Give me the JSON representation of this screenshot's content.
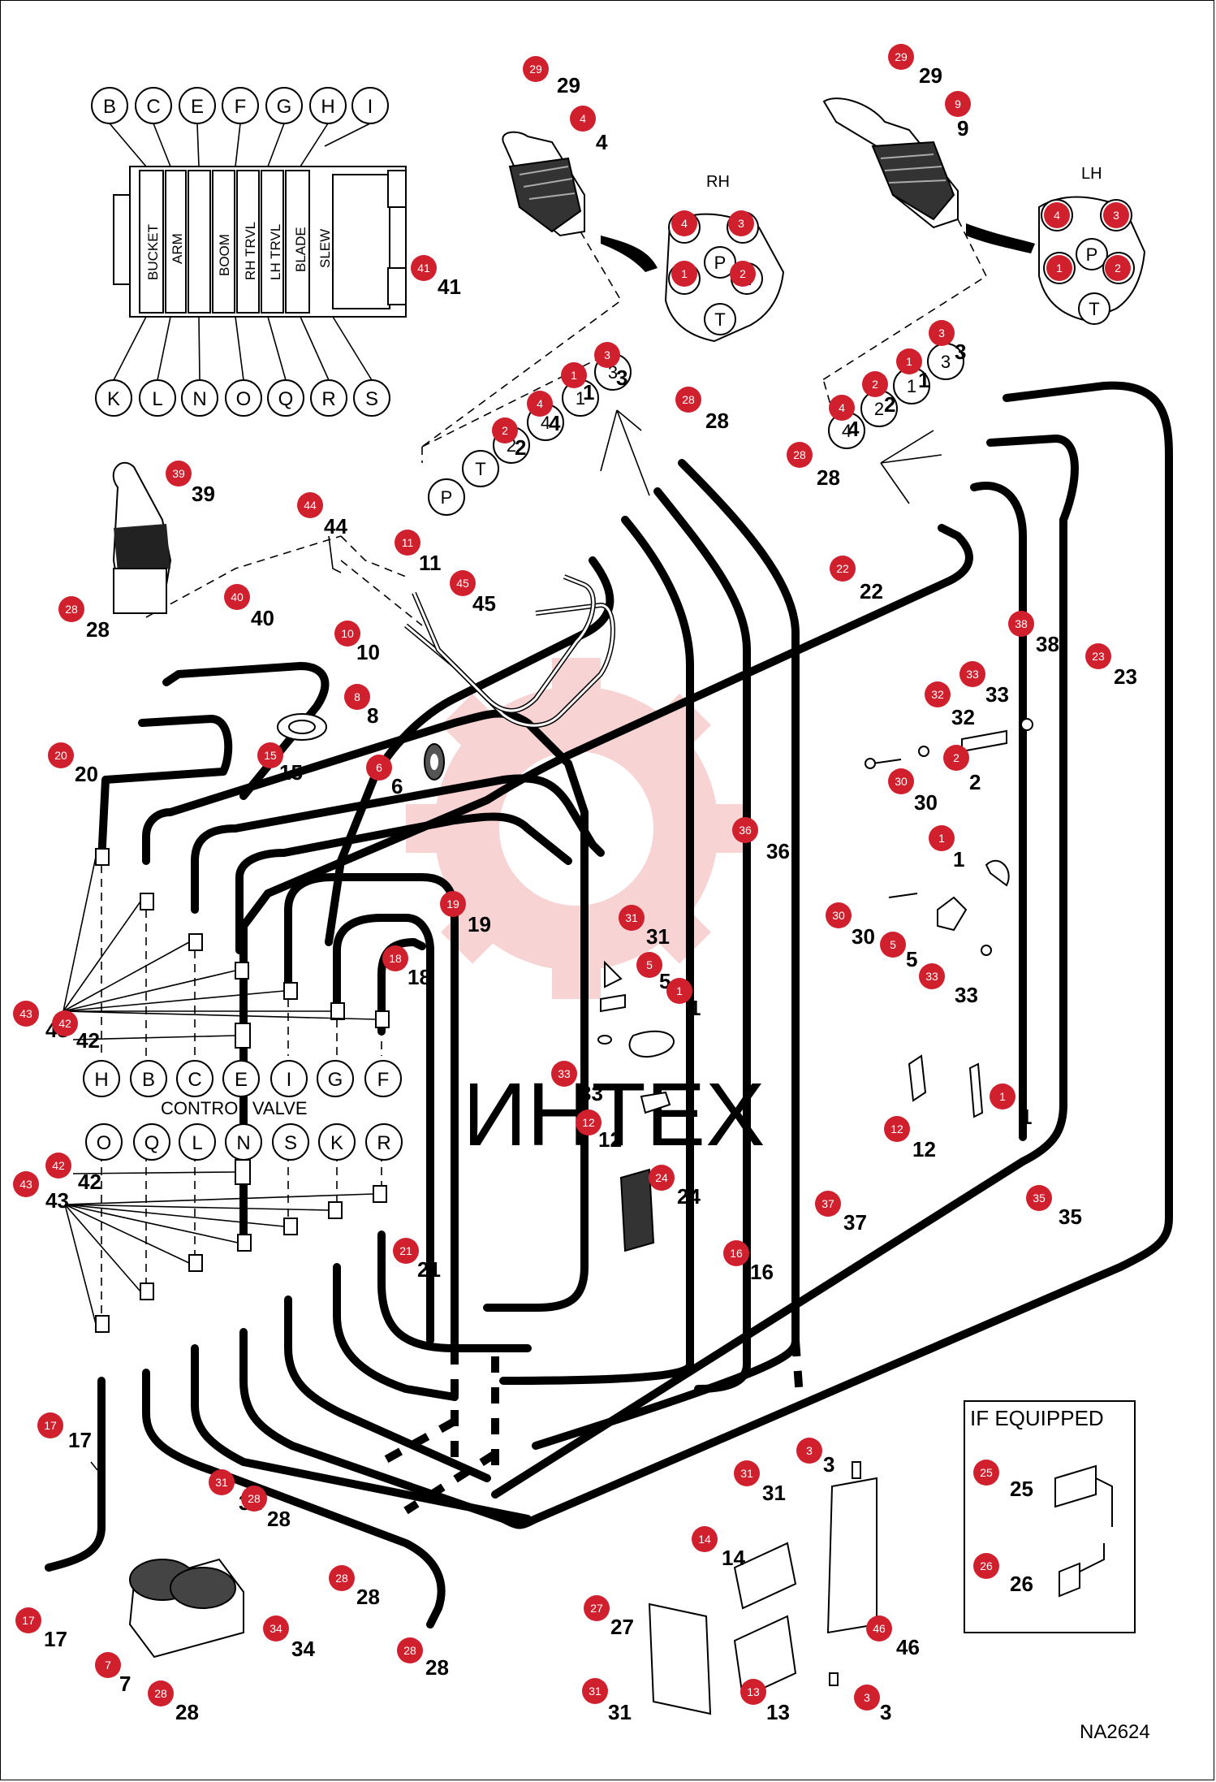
{
  "drawing_number": "NA2624",
  "watermark": "ИНТЕХ",
  "control_valve": {
    "label": "CONTROL VALVE",
    "sections": [
      "BUCKET",
      "ARM",
      "BOOM",
      "RH TRVL",
      "LH TRVL",
      "BLADE",
      "SLEW"
    ],
    "top_ports": [
      "B",
      "C",
      "E",
      "F",
      "G",
      "H",
      "I"
    ],
    "bottom_ports": [
      "K",
      "L",
      "N",
      "O",
      "Q",
      "R",
      "S"
    ],
    "upper_row_ports": [
      "H",
      "B",
      "C",
      "E",
      "I",
      "G",
      "F"
    ],
    "lower_row_ports": [
      "O",
      "Q",
      "L",
      "N",
      "S",
      "K",
      "R"
    ]
  },
  "joysticks": {
    "rh_label": "RH",
    "lh_label": "LH",
    "rh_ports": [
      "4",
      "3",
      "P",
      "1",
      "2",
      "T"
    ],
    "lh_ports": [
      "4",
      "3",
      "P",
      "1",
      "2",
      "T"
    ],
    "pilot_ports": [
      "P",
      "T",
      "2",
      "4",
      "1",
      "3"
    ],
    "lh_pilot_ports": [
      "4",
      "2",
      "1",
      "3"
    ]
  },
  "inset": {
    "title": "IF EQUIPPED"
  },
  "callouts": [
    {
      "n": "29"
    },
    {
      "n": "4"
    },
    {
      "n": "29"
    },
    {
      "n": "9"
    },
    {
      "n": "4"
    },
    {
      "n": "3"
    },
    {
      "n": "1"
    },
    {
      "n": "2"
    },
    {
      "n": "4"
    },
    {
      "n": "3"
    },
    {
      "n": "1"
    },
    {
      "n": "2"
    },
    {
      "n": "41"
    },
    {
      "n": "3"
    },
    {
      "n": "1"
    },
    {
      "n": "4"
    },
    {
      "n": "2"
    },
    {
      "n": "28"
    },
    {
      "n": "3"
    },
    {
      "n": "2"
    },
    {
      "n": "1"
    },
    {
      "n": "4"
    },
    {
      "n": "28"
    },
    {
      "n": "39"
    },
    {
      "n": "44"
    },
    {
      "n": "11"
    },
    {
      "n": "45"
    },
    {
      "n": "40"
    },
    {
      "n": "28"
    },
    {
      "n": "10"
    },
    {
      "n": "22"
    },
    {
      "n": "38"
    },
    {
      "n": "23"
    },
    {
      "n": "8"
    },
    {
      "n": "15"
    },
    {
      "n": "6"
    },
    {
      "n": "20"
    },
    {
      "n": "32"
    },
    {
      "n": "33"
    },
    {
      "n": "2"
    },
    {
      "n": "30"
    },
    {
      "n": "36"
    },
    {
      "n": "1"
    },
    {
      "n": "19"
    },
    {
      "n": "31"
    },
    {
      "n": "30"
    },
    {
      "n": "18"
    },
    {
      "n": "5"
    },
    {
      "n": "1"
    },
    {
      "n": "5"
    },
    {
      "n": "33"
    },
    {
      "n": "43"
    },
    {
      "n": "42"
    },
    {
      "n": "33"
    },
    {
      "n": "1"
    },
    {
      "n": "12"
    },
    {
      "n": "12"
    },
    {
      "n": "42"
    },
    {
      "n": "43"
    },
    {
      "n": "24"
    },
    {
      "n": "37"
    },
    {
      "n": "35"
    },
    {
      "n": "21"
    },
    {
      "n": "16"
    },
    {
      "n": "17"
    },
    {
      "n": "25"
    },
    {
      "n": "26"
    },
    {
      "n": "3"
    },
    {
      "n": "31"
    },
    {
      "n": "31"
    },
    {
      "n": "28"
    },
    {
      "n": "14"
    },
    {
      "n": "28"
    },
    {
      "n": "27"
    },
    {
      "n": "46"
    },
    {
      "n": "34"
    },
    {
      "n": "28"
    },
    {
      "n": "17"
    },
    {
      "n": "7"
    },
    {
      "n": "28"
    },
    {
      "n": "13"
    },
    {
      "n": "31"
    },
    {
      "n": "3"
    }
  ]
}
